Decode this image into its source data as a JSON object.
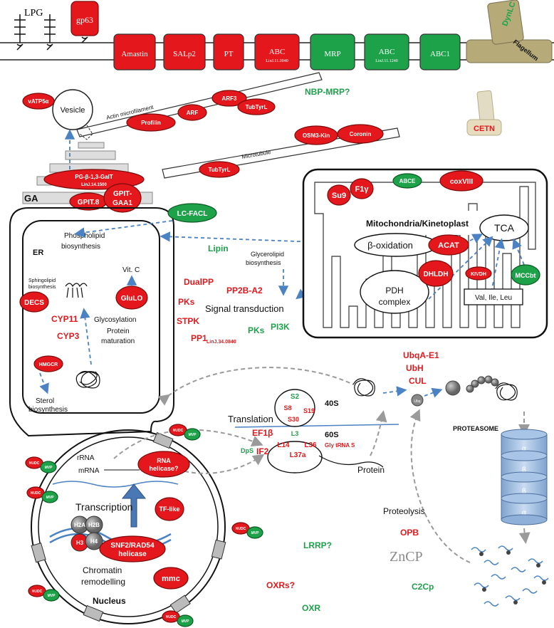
{
  "membrane": {
    "lpg": "LPG",
    "gp63": "gp63",
    "transporters": [
      {
        "label": "Amastin",
        "sub": "",
        "color": "#e4181c"
      },
      {
        "label": "SALp2",
        "sub": "",
        "color": "#e4181c"
      },
      {
        "label": "PT",
        "sub": "",
        "color": "#e4181c"
      },
      {
        "label": "ABC",
        "sub": "LinJ.11.0040",
        "color": "#e4181c"
      },
      {
        "label": "MRP",
        "sub": "",
        "color": "#1da24a"
      },
      {
        "label": "ABC",
        "sub": "LinJ.11.1240",
        "color": "#1da24a"
      },
      {
        "label": "ABC1",
        "sub": "",
        "color": "#1da24a"
      }
    ],
    "dynlc": "DynLC",
    "flagellum": "Flagellum",
    "nbp_mrp": "NBP-MRP?",
    "cetn": "CETN"
  },
  "cytoskeleton": {
    "vesicle": "Vesicle",
    "vatp": "vATP5α",
    "actin": "Actin microfilament",
    "microtubule": "Microtubule",
    "proteins": [
      "Profilin",
      "ARF",
      "ARF3",
      "TubTyrL",
      "OSM3-Kin",
      "Coronin",
      "TubTyrL"
    ]
  },
  "golgi": {
    "ga": "GA",
    "pg_enzyme": "PG-β-1,3-GalT",
    "pg_id": "LinJ.14.1500",
    "gpit8": "GPIT.8",
    "gpit_gaa1": [
      "GPIT-",
      "GAA1"
    ]
  },
  "er": {
    "label": "ER",
    "lcfacl": "LC-FACL",
    "phospholipid": [
      "Phospholipid",
      "biosynthesis"
    ],
    "vitc": "Vit. C",
    "sphingo": [
      "Sphingolipid",
      "biosynthesis"
    ],
    "decs": "DECS",
    "glulo": "GluLO",
    "cyp11": "CYP11",
    "cyp3": "CYP3",
    "glyco": [
      "Glycosylation",
      "Protein",
      "maturation"
    ],
    "hmgcr": "HMGCR",
    "sterol": [
      "Sterol",
      "biosynthesis"
    ]
  },
  "signaling": {
    "lipin": "Lipin",
    "glycerolipid": [
      "Glycerolipid",
      "biosynthesis"
    ],
    "dualpp": "DualPP",
    "pp2b": "PP2B-A2",
    "pks_red": "PKs",
    "stpk": "STPK",
    "pp1": "PP1",
    "pp1_sub": "LinJ.34.0840",
    "signal": "Signal transduction",
    "pks_green": "PKs",
    "pi3k": "PI3K"
  },
  "mito": {
    "su9": "Su9",
    "f1g": "F1γ",
    "abce": "ABCE",
    "coxviii": "coxVIII",
    "title": "Mitochondria/Kinetoplast",
    "tca": "TCA",
    "box": "β-oxidation",
    "acat": "ACAT",
    "dhldh": "DHLDH",
    "pdh": [
      "PDH",
      "complex"
    ],
    "kivdh": "KIVDH",
    "mccbt": "MCCbt",
    "aa": "Val, Ile, Leu"
  },
  "translation": {
    "title": "Translation",
    "s40": "40S",
    "s60": "60S",
    "s2": "S2",
    "s8": "S8",
    "s19": "S19",
    "s30": "S30",
    "ef1b": "EF1β",
    "l3": "L3",
    "l14": "L14",
    "l36": "L36",
    "l37a": "L37a",
    "dps": "DpS",
    "if2": "IF2",
    "glytrna": "Gly tRNA S",
    "protein": "Protein"
  },
  "proteasome": {
    "ubqa": "UbqA-E1",
    "ubh": "UbH",
    "cul": "CUL",
    "ubq": "Ubq",
    "title": "PROTEASOME",
    "rings": [
      "α",
      "β",
      "β",
      "α"
    ],
    "proteolysis": "Proteolysis",
    "opb": "OPB",
    "zncp": "ZnCP",
    "c2cp": "C2Cp",
    "lrrp": "LRRP?",
    "oxrs": "OXRs?",
    "oxr": "OXR"
  },
  "nucleus": {
    "rrna": "rRNA",
    "mrna": "mRNA",
    "rna_helicase": [
      "RNA",
      "helicase?"
    ],
    "transcription": "Transcription",
    "tflike": "TF-like",
    "histones": [
      "H2A",
      "H2B",
      "H3",
      "H4"
    ],
    "snf2": [
      "SNF2/RAD54",
      "helicase"
    ],
    "chromatin": [
      "Chromatin",
      "remodelling"
    ],
    "mmc": "mmc",
    "title": "Nucleus",
    "nudc": "NUDC",
    "mvp": "MVP"
  }
}
